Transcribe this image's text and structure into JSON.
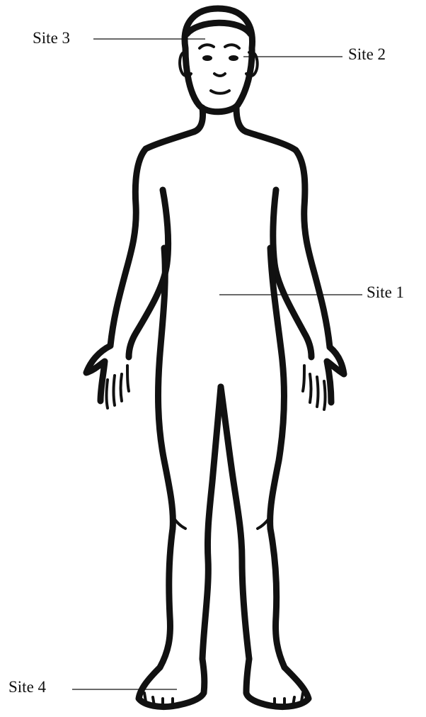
{
  "diagram": {
    "subject": "human-body-front-outline",
    "sites": [
      {
        "id": "site-1",
        "label": "Site 1"
      },
      {
        "id": "site-2",
        "label": "Site 2"
      },
      {
        "id": "site-3",
        "label": "Site 3"
      },
      {
        "id": "site-4",
        "label": "Site 4"
      }
    ]
  },
  "colors": {
    "ink": "#111111",
    "background": "#ffffff"
  }
}
